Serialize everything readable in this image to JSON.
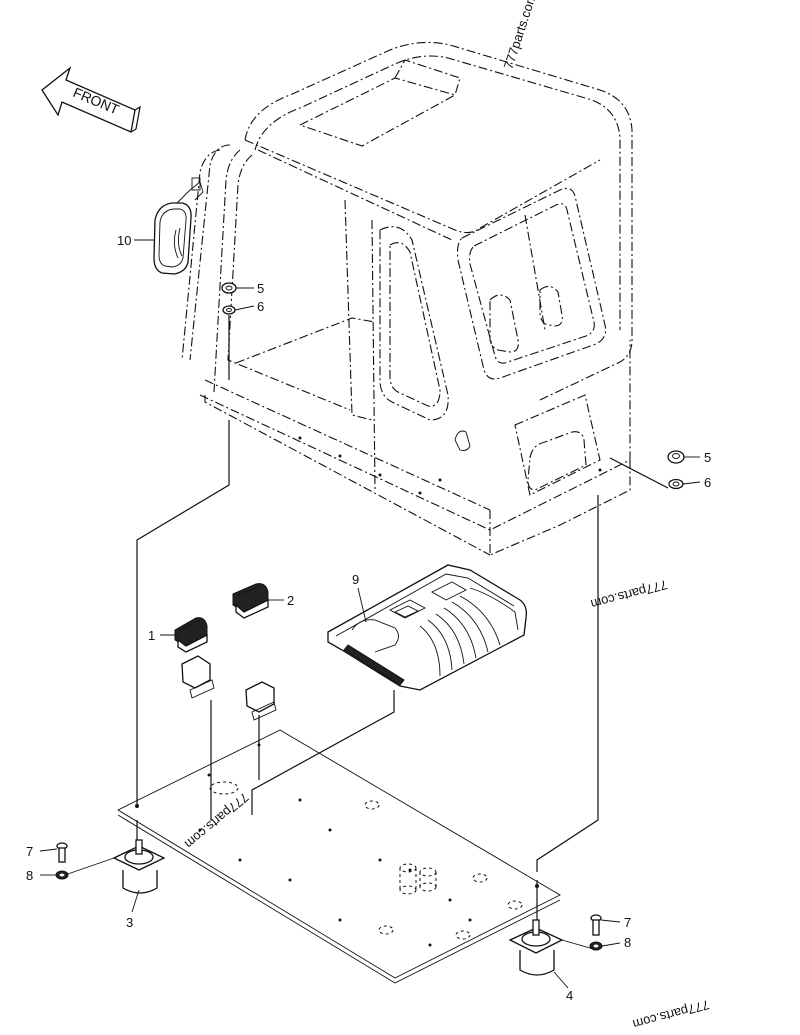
{
  "diagram": {
    "title": "Cab mounting exploded parts diagram",
    "direction_indicator": "FRONT",
    "watermarks": [
      "777parts.com",
      "777parts.com",
      "777parts.com",
      "777parts.com"
    ],
    "callouts": [
      {
        "id": "1",
        "part": "pedal-cover-left"
      },
      {
        "id": "2",
        "part": "pedal-cover-right"
      },
      {
        "id": "3",
        "part": "cab-mount-front-left"
      },
      {
        "id": "4",
        "part": "cab-mount-rear-right"
      },
      {
        "id": "5",
        "part": "nut"
      },
      {
        "id": "5",
        "part": "nut"
      },
      {
        "id": "6",
        "part": "washer"
      },
      {
        "id": "6",
        "part": "washer"
      },
      {
        "id": "7",
        "part": "bolt"
      },
      {
        "id": "7",
        "part": "bolt"
      },
      {
        "id": "8",
        "part": "washer"
      },
      {
        "id": "8",
        "part": "washer"
      },
      {
        "id": "9",
        "part": "floor-mat"
      },
      {
        "id": "10",
        "part": "mirror"
      }
    ]
  }
}
